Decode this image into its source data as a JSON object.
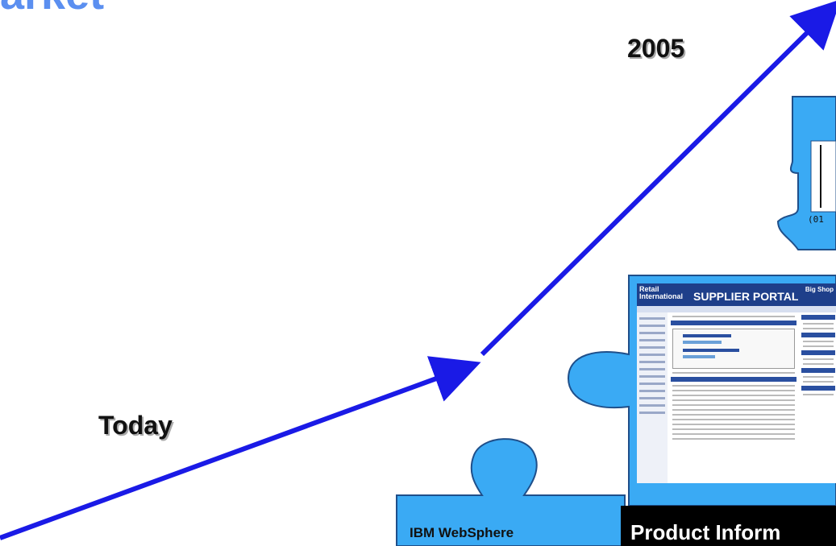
{
  "title_fragment": "arket",
  "labels": {
    "year_2005": "2005",
    "today": "Today"
  },
  "puzzle_pieces": {
    "bottom_left": "IBM WebSphere",
    "center": "Product Inform",
    "upper_right_code_fragment": "(01"
  },
  "portal_screenshot": {
    "brand": "Retail International",
    "title": "SUPPLIER PORTAL",
    "logo": "Big Shop"
  },
  "colors": {
    "arrow": "#1a1ae6",
    "puzzle": "#3aaaf4",
    "puzzle_outline": "#1f4f8a",
    "title_text": "#5b8ff0"
  }
}
